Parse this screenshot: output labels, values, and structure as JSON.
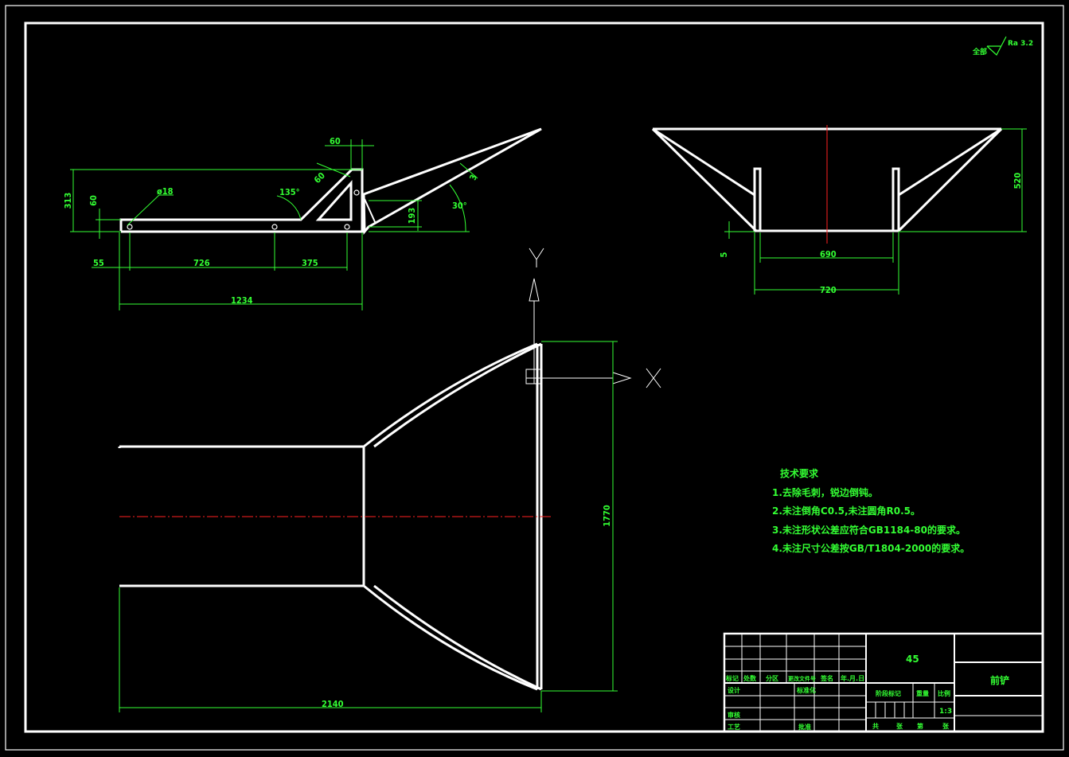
{
  "roughness": {
    "prefix": "全部",
    "value": "Ra 3.2"
  },
  "axes": {
    "y": "Y",
    "x": "X"
  },
  "side_view": {
    "dims": {
      "d60_top": "60",
      "d313": "313",
      "d60_left": "60",
      "d18": "ø18",
      "d135": "135°",
      "d60_diag": "60",
      "d193": "193",
      "d30": "30°",
      "d3": "3",
      "d55": "55",
      "d726": "726",
      "d375": "375",
      "d1234": "1234"
    }
  },
  "front_view": {
    "dims": {
      "d520": "520",
      "d5": "5",
      "d690": "690",
      "d720": "720"
    }
  },
  "plan_view": {
    "dims": {
      "d1770": "1770",
      "d2140": "2140"
    }
  },
  "notes": {
    "title": "技术要求",
    "items": [
      "1.去除毛刺，锐边倒钝。",
      "2.未注倒角C0.5,未注圆角R0.5。",
      "3.未注形状公差应符合GB1184-80的要求。",
      "4.未注尺寸公差按GB/T1804-2000的要求。"
    ]
  },
  "title_block": {
    "material": "45",
    "part_name": "前铲",
    "scale_value": "1:3",
    "labels": {
      "mark": "标记",
      "count": "处数",
      "zone": "分区",
      "change_doc": "更改文件号",
      "sign": "签名",
      "date": "年.月.日",
      "design": "设计",
      "standardize": "标准化",
      "review": "审核",
      "process": "工艺",
      "approve": "批准",
      "stage_mark": "阶段标记",
      "weight": "重量",
      "scale": "比例",
      "total": "共",
      "sheets": "张",
      "sheet_no": "第",
      "sheet_unit": "张"
    }
  },
  "colors": {
    "background": "#000000",
    "outline": "#ffffff",
    "dimension": "#33ff33",
    "centerline": "#ff2020"
  }
}
